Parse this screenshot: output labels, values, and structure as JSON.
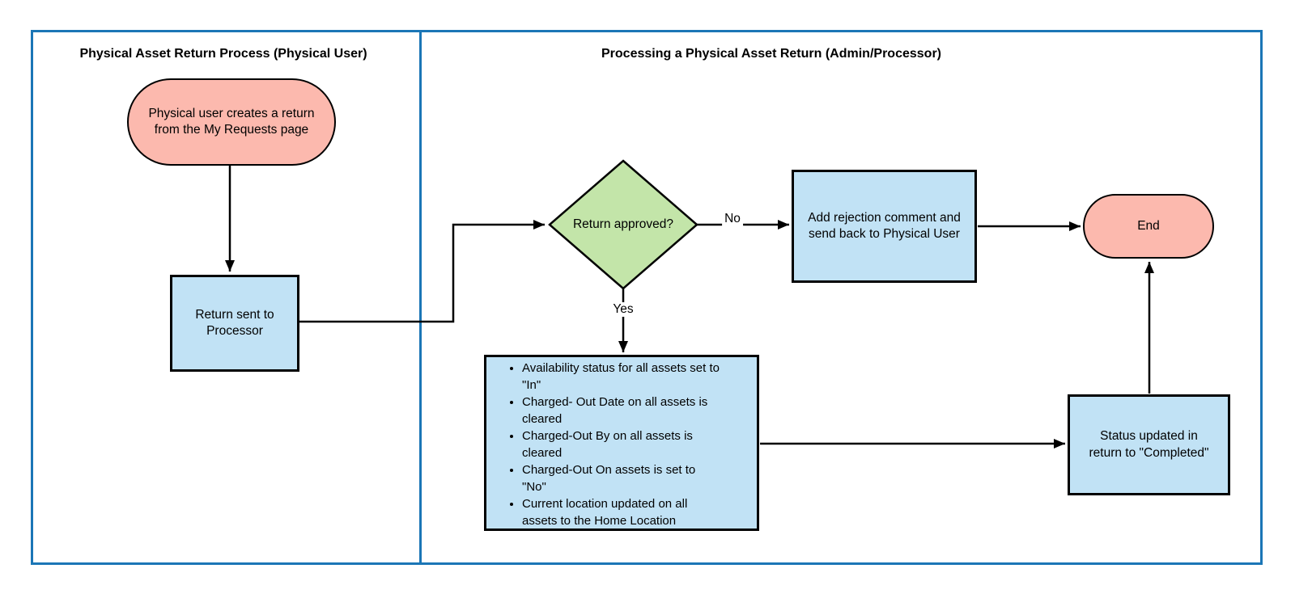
{
  "diagram": {
    "lanes": [
      {
        "title": "Physical Asset Return Process (Physical User)"
      },
      {
        "title": "Processing a Physical Asset Return (Admin/Processor)"
      }
    ],
    "nodes": {
      "start": {
        "type": "terminator",
        "label": "Physical user creates a return\nfrom the My Requests page"
      },
      "return_sent": {
        "type": "process",
        "label": "Return sent to\nProcessor"
      },
      "decision": {
        "type": "decision",
        "label": "Return approved?"
      },
      "rejection": {
        "type": "process",
        "label": "Add rejection comment and\nsend back to Physical User"
      },
      "end": {
        "type": "terminator",
        "label": "End"
      },
      "actions": {
        "type": "process-list",
        "items": [
          "Availability status for all assets set to\n\"In\"",
          "Charged- Out Date on all assets is\ncleared",
          "Charged-Out By on all assets is\ncleared",
          "Charged-Out On assets  is set to\n\"No\"",
          "Current location updated on all\nassets to the Home Location"
        ]
      },
      "status": {
        "type": "process",
        "label": "Status updated in\nreturn to \"Completed\""
      }
    },
    "edge_labels": {
      "no": "No",
      "yes": "Yes"
    },
    "colors": {
      "lane_border": "#1b76b6",
      "terminator_fill": "#fcb9ae",
      "process_fill": "#c1e2f5",
      "decision_fill": "#c3e5a9",
      "shape_border": "#000000",
      "connector": "#000000"
    }
  }
}
